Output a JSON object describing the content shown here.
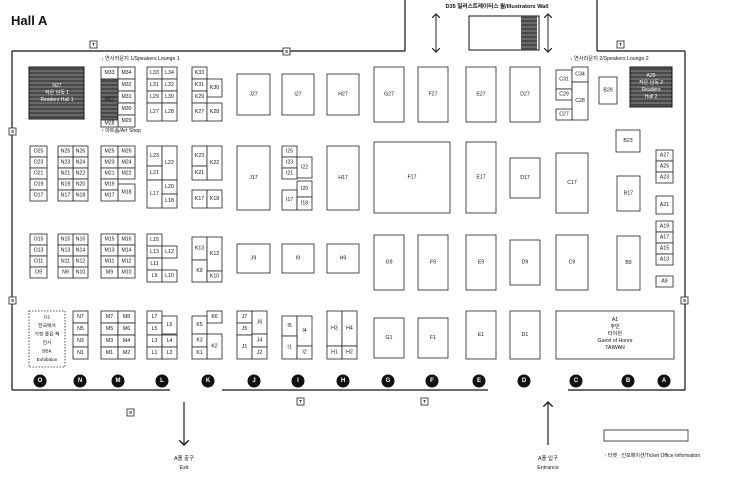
{
  "title": "Hall A",
  "illustrators_wall": "D35 일러스트레이터스 월/Illustrators Wall",
  "speakers_lounge_1": "연사라운지 1/Speakers Lounge 1",
  "speakers_lounge_2": "연사라운지 2/Speakers Lounge 2",
  "art_shop": "아트숍/Art Shop",
  "readers_hall_1": [
    "N27",
    "작은 남독 1",
    "Readers Hall 1"
  ],
  "readers_hall_2": [
    "A29",
    "작은 남독 2",
    "Readers",
    "Hall 2"
  ],
  "guest_of_honor": [
    "A1",
    "주빈",
    "타이완",
    "Guest of Honor",
    "TAIWAN"
  ],
  "bbk": [
    "O1",
    "한국에서",
    "가장 좋은 책",
    "전시",
    "BBK",
    "Exhibition"
  ],
  "exit": [
    "A홀 출구",
    "Exit"
  ],
  "entrance": [
    "A홀 입구",
    "Entrance"
  ],
  "ticket_office": "티켓 · 인포메이션/Ticket Office·Information",
  "columns": [
    "O",
    "N",
    "M",
    "L",
    "K",
    "J",
    "I",
    "H",
    "G",
    "F",
    "E",
    "D",
    "C",
    "B",
    "A"
  ],
  "markers": {
    "toilet": "T",
    "service": "S"
  },
  "colors": {
    "line": "#222222",
    "hatch": "#555555",
    "wall": "#111111"
  },
  "booths": [
    {
      "id": "O25"
    },
    {
      "id": "O23"
    },
    {
      "id": "O21"
    },
    {
      "id": "O19"
    },
    {
      "id": "O17"
    },
    {
      "id": "O15"
    },
    {
      "id": "O13"
    },
    {
      "id": "O11"
    },
    {
      "id": "O9"
    },
    {
      "id": "N26"
    },
    {
      "id": "N25"
    },
    {
      "id": "N24"
    },
    {
      "id": "N23"
    },
    {
      "id": "N22"
    },
    {
      "id": "N21"
    },
    {
      "id": "N20"
    },
    {
      "id": "N19"
    },
    {
      "id": "N18"
    },
    {
      "id": "N17"
    },
    {
      "id": "N16"
    },
    {
      "id": "N15"
    },
    {
      "id": "N14"
    },
    {
      "id": "N13"
    },
    {
      "id": "N12"
    },
    {
      "id": "N11"
    },
    {
      "id": "N10"
    },
    {
      "id": "N9"
    },
    {
      "id": "N7"
    },
    {
      "id": "N5"
    },
    {
      "id": "N3"
    },
    {
      "id": "N1"
    },
    {
      "id": "M33"
    },
    {
      "id": "M34"
    },
    {
      "id": "M32"
    },
    {
      "id": "M31"
    },
    {
      "id": "M27"
    },
    {
      "id": "M30"
    },
    {
      "id": "M29"
    },
    {
      "id": "M28"
    },
    {
      "id": "M25"
    },
    {
      "id": "M26"
    },
    {
      "id": "M23"
    },
    {
      "id": "M24"
    },
    {
      "id": "M21"
    },
    {
      "id": "M22"
    },
    {
      "id": "M19"
    },
    {
      "id": "M18"
    },
    {
      "id": "M17"
    },
    {
      "id": "M15"
    },
    {
      "id": "M16"
    },
    {
      "id": "M13"
    },
    {
      "id": "M14"
    },
    {
      "id": "M11"
    },
    {
      "id": "M12"
    },
    {
      "id": "M9"
    },
    {
      "id": "M10"
    },
    {
      "id": "M7"
    },
    {
      "id": "M8"
    },
    {
      "id": "M5"
    },
    {
      "id": "M6"
    },
    {
      "id": "M3"
    },
    {
      "id": "M4"
    },
    {
      "id": "M1"
    },
    {
      "id": "M2"
    },
    {
      "id": "L33"
    },
    {
      "id": "L34"
    },
    {
      "id": "L31"
    },
    {
      "id": "L32"
    },
    {
      "id": "L29"
    },
    {
      "id": "L30"
    },
    {
      "id": "L27"
    },
    {
      "id": "L28"
    },
    {
      "id": "L23"
    },
    {
      "id": "L22"
    },
    {
      "id": "L21"
    },
    {
      "id": "L20"
    },
    {
      "id": "L17"
    },
    {
      "id": "L18"
    },
    {
      "id": "L15"
    },
    {
      "id": "L13"
    },
    {
      "id": "L12"
    },
    {
      "id": "L11"
    },
    {
      "id": "L9"
    },
    {
      "id": "L10"
    },
    {
      "id": "L7"
    },
    {
      "id": "L5"
    },
    {
      "id": "L6"
    },
    {
      "id": "L3"
    },
    {
      "id": "L4"
    },
    {
      "id": "L1"
    },
    {
      "id": "L2"
    },
    {
      "id": "K33"
    },
    {
      "id": "K31"
    },
    {
      "id": "K30"
    },
    {
      "id": "K29"
    },
    {
      "id": "K27"
    },
    {
      "id": "K28"
    },
    {
      "id": "K23"
    },
    {
      "id": "K22"
    },
    {
      "id": "K21"
    },
    {
      "id": "K17"
    },
    {
      "id": "K18"
    },
    {
      "id": "K13"
    },
    {
      "id": "K12"
    },
    {
      "id": "K9"
    },
    {
      "id": "K10"
    },
    {
      "id": "K6"
    },
    {
      "id": "K5"
    },
    {
      "id": "K3"
    },
    {
      "id": "K2"
    },
    {
      "id": "K1"
    },
    {
      "id": "J27"
    },
    {
      "id": "J17"
    },
    {
      "id": "J9"
    },
    {
      "id": "J7"
    },
    {
      "id": "J6"
    },
    {
      "id": "J5"
    },
    {
      "id": "J1"
    },
    {
      "id": "J4"
    },
    {
      "id": "J2"
    },
    {
      "id": "I27"
    },
    {
      "id": "I25"
    },
    {
      "id": "I23"
    },
    {
      "id": "I22"
    },
    {
      "id": "I21"
    },
    {
      "id": "I20"
    },
    {
      "id": "I17"
    },
    {
      "id": "I18"
    },
    {
      "id": "I9"
    },
    {
      "id": "I5"
    },
    {
      "id": "I4"
    },
    {
      "id": "I1"
    },
    {
      "id": "I2"
    },
    {
      "id": "H27"
    },
    {
      "id": "H17"
    },
    {
      "id": "H9"
    },
    {
      "id": "H3"
    },
    {
      "id": "H4"
    },
    {
      "id": "H1"
    },
    {
      "id": "H2"
    },
    {
      "id": "G27"
    },
    {
      "id": "G9"
    },
    {
      "id": "G1"
    },
    {
      "id": "F27"
    },
    {
      "id": "F17"
    },
    {
      "id": "F9"
    },
    {
      "id": "F1"
    },
    {
      "id": "E27"
    },
    {
      "id": "E17"
    },
    {
      "id": "E9"
    },
    {
      "id": "E1"
    },
    {
      "id": "D27"
    },
    {
      "id": "D17"
    },
    {
      "id": "D9"
    },
    {
      "id": "D1"
    },
    {
      "id": "C31"
    },
    {
      "id": "C34"
    },
    {
      "id": "C29"
    },
    {
      "id": "C28"
    },
    {
      "id": "C27"
    },
    {
      "id": "C17"
    },
    {
      "id": "C9"
    },
    {
      "id": "B29"
    },
    {
      "id": "B23"
    },
    {
      "id": "B17"
    },
    {
      "id": "B9"
    },
    {
      "id": "A27"
    },
    {
      "id": "A25"
    },
    {
      "id": "A23"
    },
    {
      "id": "A21"
    },
    {
      "id": "A19"
    },
    {
      "id": "A17"
    },
    {
      "id": "A15"
    },
    {
      "id": "A13"
    },
    {
      "id": "A9"
    }
  ]
}
